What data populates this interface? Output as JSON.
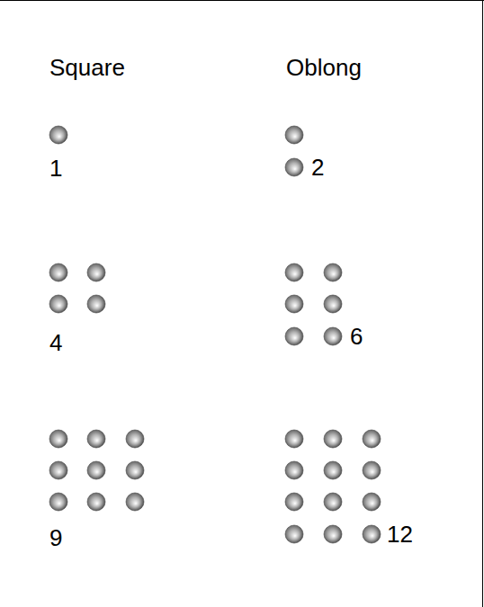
{
  "diagram": {
    "labels": [
      "Square",
      "Oblong",
      "1",
      "2",
      "4",
      "6",
      "9",
      "12"
    ]
  }
}
